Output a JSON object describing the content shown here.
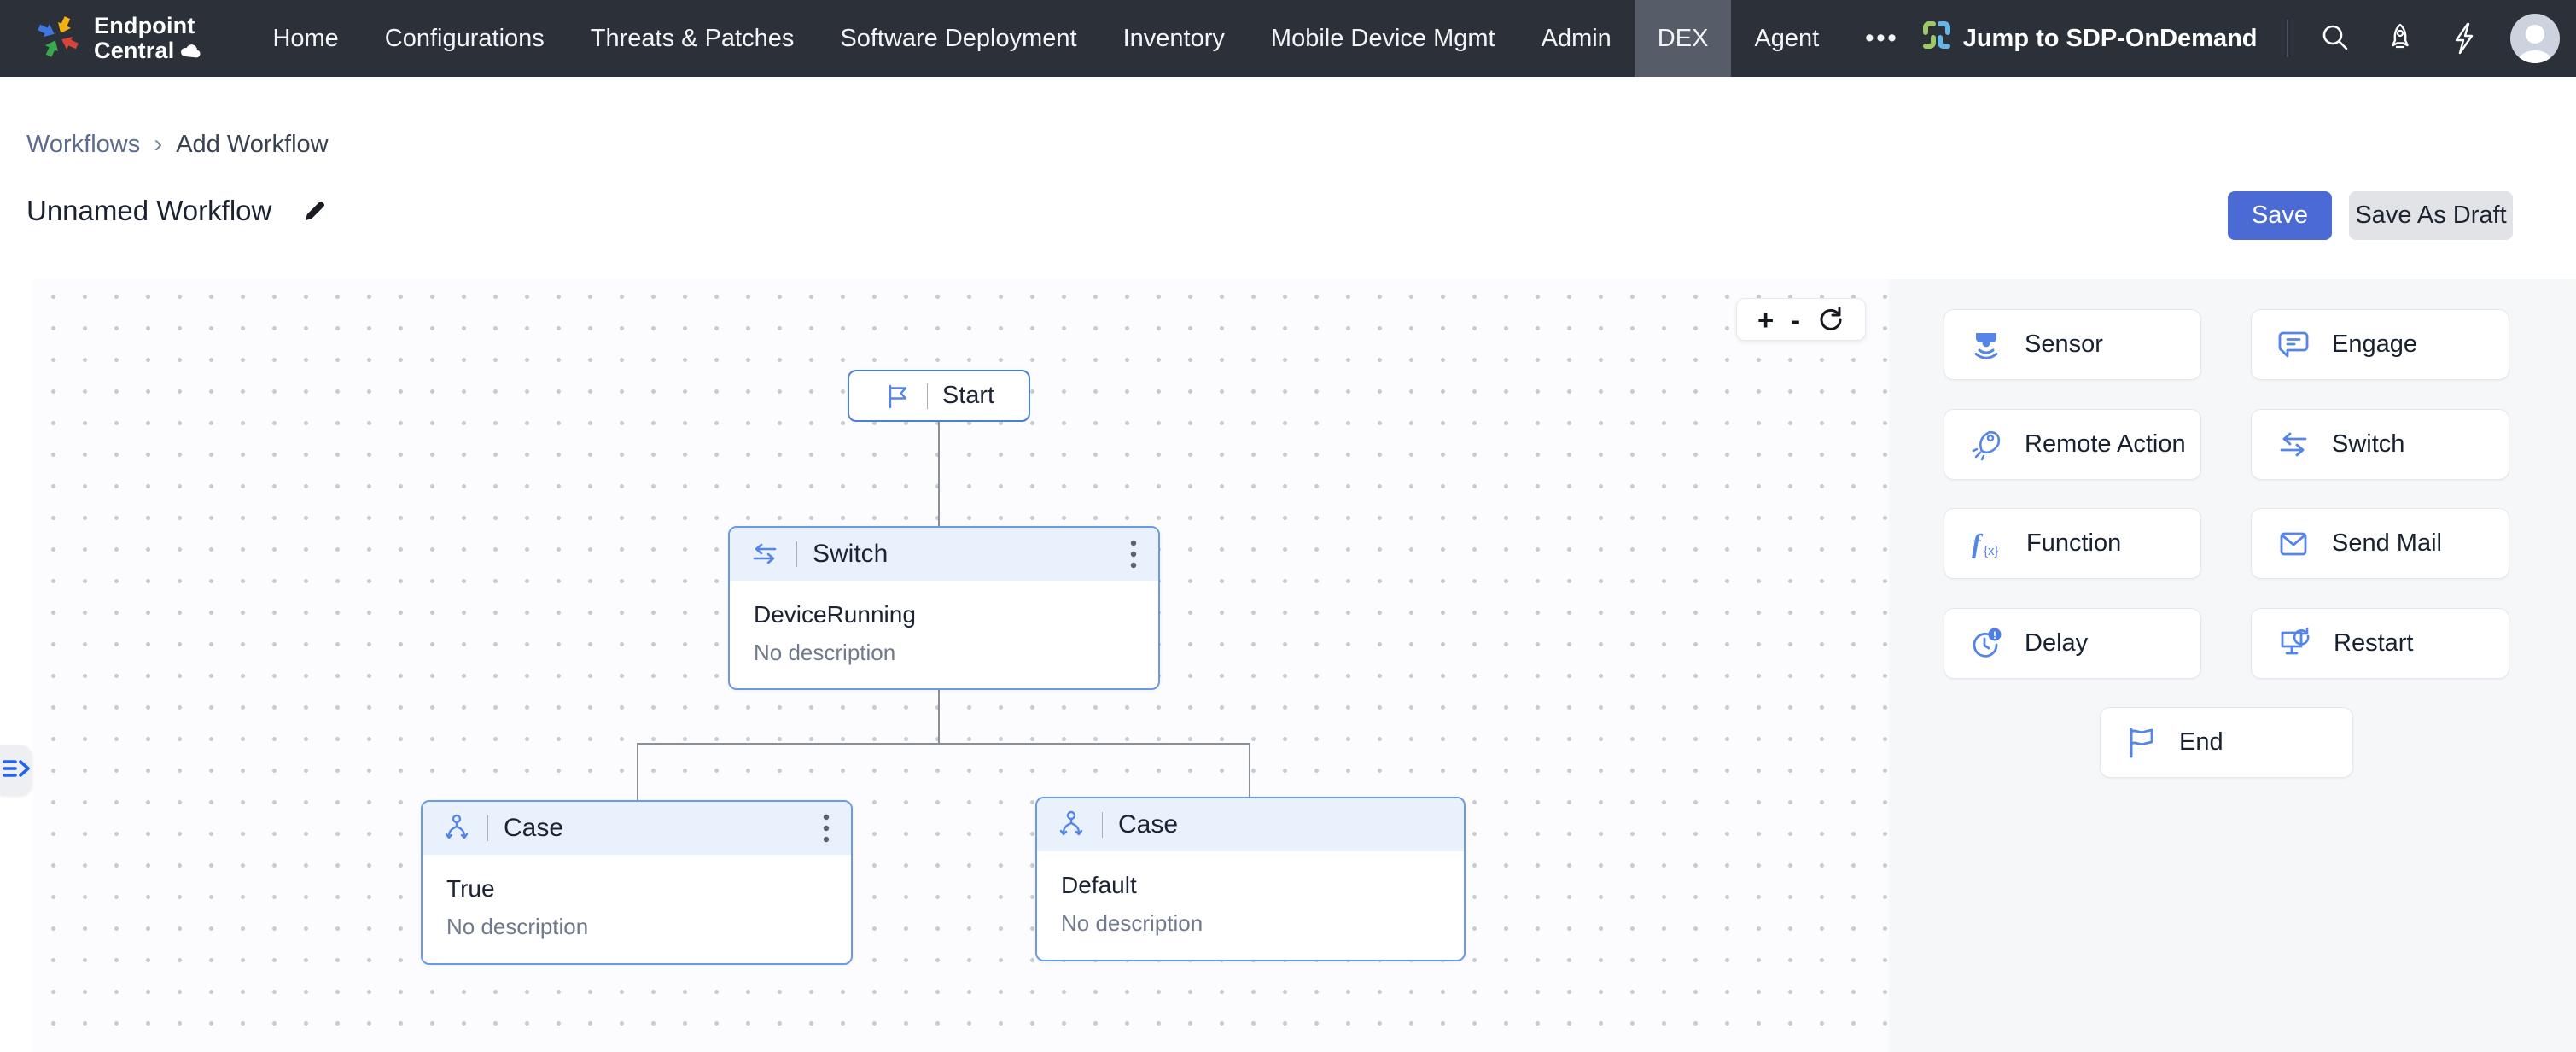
{
  "navbar": {
    "brand": {
      "line1": "Endpoint",
      "line2": "Central"
    },
    "items": [
      "Home",
      "Configurations",
      "Threats & Patches",
      "Software Deployment",
      "Inventory",
      "Mobile Device Mgmt",
      "Admin",
      "DEX",
      "Agent",
      "•••"
    ],
    "active_item": "DEX",
    "jump_label": "Jump to SDP-OnDemand"
  },
  "breadcrumb": {
    "parent": "Workflows",
    "separator": "›",
    "current": "Add Workflow"
  },
  "header": {
    "title": "Unnamed Workflow",
    "save_label": "Save",
    "save_draft_label": "Save As Draft"
  },
  "canvas": {
    "zoom": {
      "zoom_in": "+",
      "zoom_out": "-"
    },
    "nodes": {
      "start": {
        "label": "Start"
      },
      "switch": {
        "title": "Switch",
        "name": "DeviceRunning",
        "description": "No description"
      },
      "case_true": {
        "title": "Case",
        "name": "True",
        "description": "No description"
      },
      "case_default": {
        "title": "Case",
        "name": "Default",
        "description": "No description"
      }
    }
  },
  "palette": {
    "items": [
      {
        "label": "Sensor",
        "icon": "sensor-icon"
      },
      {
        "label": "Engage",
        "icon": "engage-icon"
      },
      {
        "label": "Remote Action",
        "icon": "remote-action-icon"
      },
      {
        "label": "Switch",
        "icon": "switch-icon"
      },
      {
        "label": "Function",
        "icon": "function-icon"
      },
      {
        "label": "Send Mail",
        "icon": "send-mail-icon"
      },
      {
        "label": "Delay",
        "icon": "delay-icon"
      },
      {
        "label": "Restart",
        "icon": "restart-icon"
      },
      {
        "label": "End",
        "icon": "end-icon"
      }
    ]
  },
  "colors": {
    "navbar_bg": "#2b3039",
    "active_tab_bg": "#575d68",
    "save_button": "#4c6ad4",
    "node_border": "#6b9ae4",
    "node_header_bg": "#e9f1fc",
    "icon_blue": "#5585e6",
    "panel_bg": "#f6f7f9",
    "connector": "#898e97"
  }
}
